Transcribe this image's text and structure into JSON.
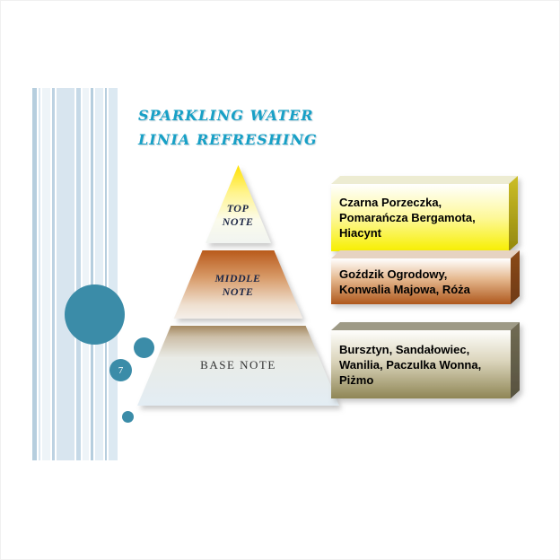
{
  "slide": {
    "page_number": "7"
  },
  "title": {
    "line1": "SPARKLING WATER",
    "line2": "LINIA REFRESHING"
  },
  "pyramid": {
    "top": {
      "line1": "TOP",
      "line2": "NOTE"
    },
    "middle": {
      "line1": "MIDDLE",
      "line2": "NOTE"
    },
    "base": {
      "label": "BASE NOTE"
    }
  },
  "notes": [
    {
      "level": "top note",
      "lines": [
        "Czarna Porzeczka,",
        "Pomarańcza Bergamota,",
        "Hiacynt"
      ]
    },
    {
      "level": "middle note",
      "lines": [
        "Goździk Ogrodowy,",
        "Konwalia Majowa, Róża"
      ]
    },
    {
      "level": "base note",
      "lines": [
        "Bursztyn, Sandałowiec,",
        "Wanilia, Paczulka Wonna,",
        "Piżmo"
      ]
    }
  ],
  "colors": {
    "accent_teal": "#3B8CA8",
    "title_teal": "#17A0C6",
    "top_note_yellow": "#F7EF00",
    "middle_note_copper": "#AE571C",
    "base_note_tan": "#8F8655"
  }
}
